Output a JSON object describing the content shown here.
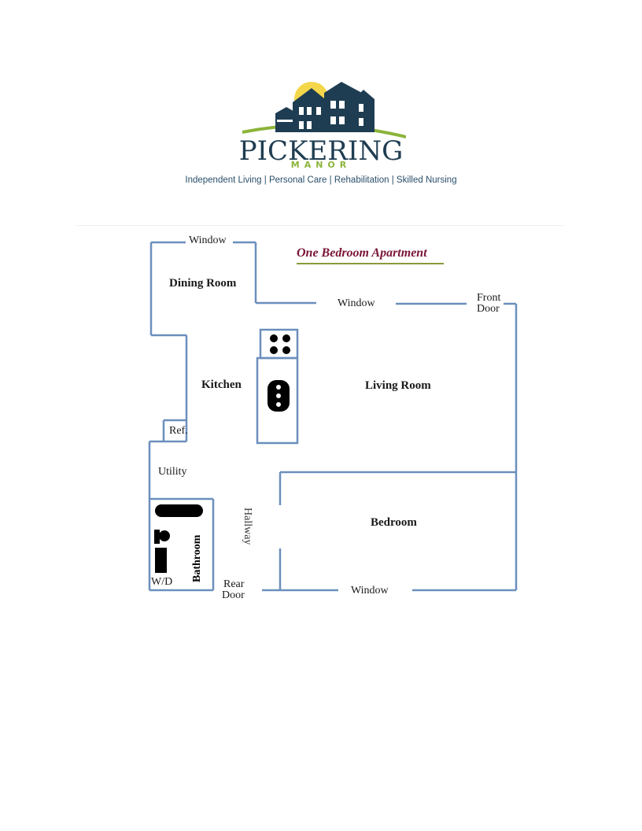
{
  "logo": {
    "name": "PICKERING",
    "sub": "MANOR",
    "tagline": "Independent Living | Personal Care | Rehabilitation | Skilled Nursing",
    "icon": "house-logo",
    "colors": {
      "navy": "#1f3d52",
      "green": "#8cb43a",
      "sun": "#f3d64a"
    }
  },
  "plan": {
    "title": "One Bedroom Apartment",
    "wall_color": "#6b8fbd",
    "rooms": {
      "dining": "Dining Room",
      "kitchen": "Kitchen",
      "living": "Living Room",
      "bedroom": "Bedroom",
      "utility": "Utility",
      "bathroom": "Bathroom",
      "hallway": "Hallway"
    },
    "labels": {
      "window_top": "Window",
      "window_mid": "Window",
      "window_bottom": "Window",
      "front_door_1": "Front",
      "front_door_2": "Door",
      "rear_door_1": "Rear",
      "rear_door_2": "Door",
      "ref": "Ref.",
      "wd": "W/D"
    }
  }
}
